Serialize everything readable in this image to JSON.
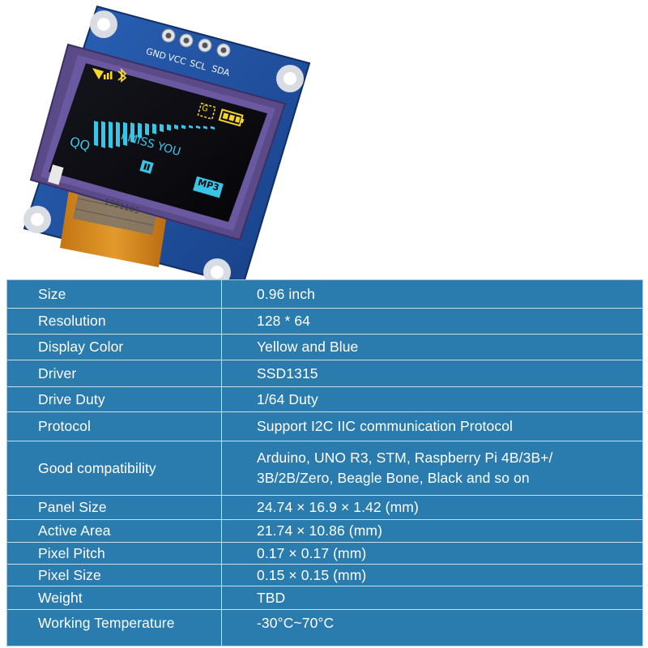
{
  "product": {
    "pin_labels": [
      "GND",
      "VCC",
      "SCL",
      "SDA"
    ],
    "screen": {
      "left_text": "QQ",
      "center_text": "I MISS YOU",
      "badge_text": "MP3",
      "g_icon_text": "G"
    },
    "ribbon_print": "1991105",
    "colors": {
      "pcb": "#1f4fa0",
      "screen_frame": "#5b4a8a",
      "screen_glass": "#0c0c12",
      "oled_blue": "#39c6e6",
      "oled_yellow": "#f5d62a",
      "ribbon": "#d98a1e"
    },
    "icons": [
      "signal-icon",
      "bluetooth-icon",
      "battery-icon",
      "pause-icon"
    ]
  },
  "specs": {
    "rows": [
      {
        "label": "Size",
        "value": "0.96 inch"
      },
      {
        "label": "Resolution",
        "value": "128 * 64"
      },
      {
        "label": "Display Color",
        "value": "Yellow and Blue"
      },
      {
        "label": "Driver",
        "value": "SSD1315"
      },
      {
        "label": "Drive Duty",
        "value": "1/64 Duty"
      },
      {
        "label": "Protocol",
        "value": "Support I2C IIC communication Protocol"
      },
      {
        "label": "Good compatibility",
        "value": "Arduino, UNO R3, STM, Raspberry Pi 4B/3B+/\n3B/2B/Zero, Beagle Bone, Black and so on"
      },
      {
        "label": "Panel Size",
        "value": "24.74 × 16.9 × 1.42 (mm)"
      },
      {
        "label": "Active Area",
        "value": "21.74 × 10.86 (mm)"
      },
      {
        "label": "Pixel Pitch",
        "value": "0.17 × 0.17 (mm)"
      },
      {
        "label": "Pixel Size",
        "value": "0.15 × 0.15 (mm)"
      },
      {
        "label": "Weight",
        "value": "TBD"
      },
      {
        "label": "Working Temperature",
        "value": "-30°C~70°C"
      }
    ],
    "colors": {
      "background": "#2a7cae",
      "grid": "#c9dfec",
      "text": "#ffffff"
    }
  }
}
